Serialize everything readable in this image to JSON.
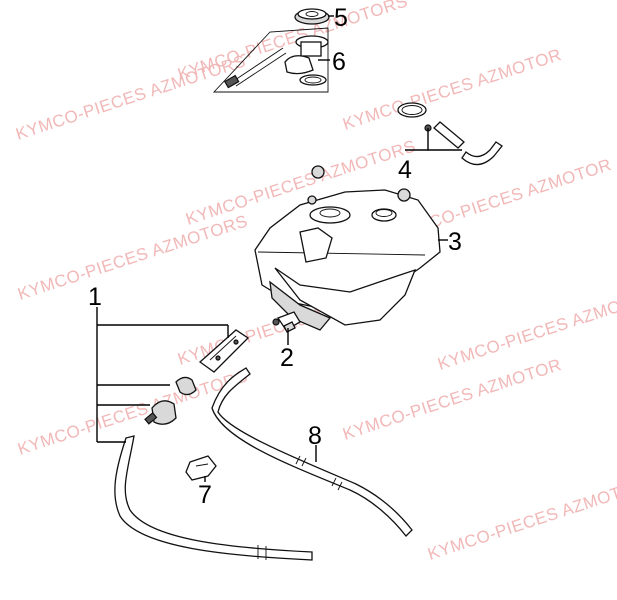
{
  "watermarks": [
    "KYMCO-PIECES AZMOTORS",
    "KYMCO-PIECES AZMOTORS",
    "KYMCO-PIECES AZMOTOR",
    "KYMCO-PIECES AZMOTORS",
    "KYMCO-PIECES AZMOTOR",
    "KYMCO-PIECES AZMOTORS",
    "KYMCO-PIECES AZMOTOR",
    "KYMCO-PIECES AZMOTORS",
    "KYMCO-PIECES AZMOTOR",
    "KYMCO-PIECES AZMOTORS",
    "KYMCO-PIECES AZMOTOR"
  ],
  "callouts": {
    "c1": "1",
    "c2": "2",
    "c3": "3",
    "c4": "4",
    "c5": "5",
    "c6": "6",
    "c7": "7",
    "c8": "8"
  }
}
